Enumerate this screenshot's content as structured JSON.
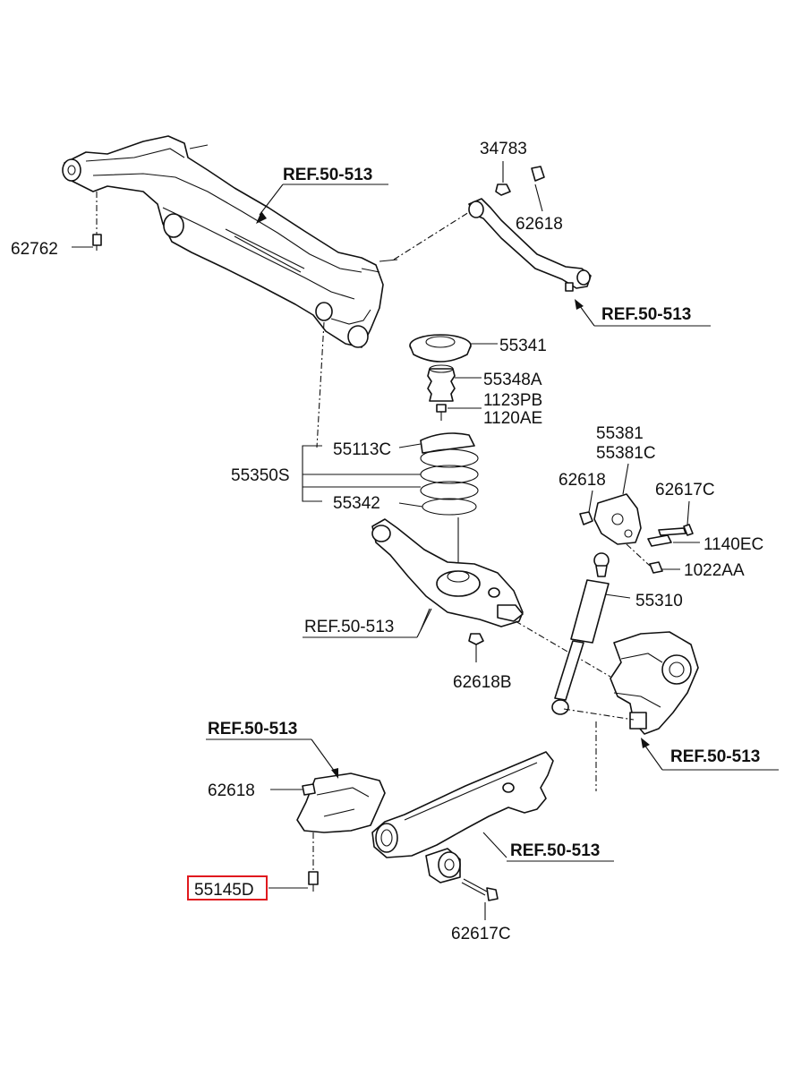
{
  "labels": {
    "p34783": "34783",
    "p62618_top": "62618",
    "p62762": "62762",
    "p55341": "55341",
    "p55348A": "55348A",
    "p1123PB": "1123PB",
    "p1120AE": "1120AE",
    "p55113C": "55113C",
    "p55350S": "55350S",
    "p55342": "55342",
    "p55381": "55381",
    "p55381C": "55381C",
    "p62618_mid": "62618",
    "p62617C_mid": "62617C",
    "p1140EC": "1140EC",
    "p1022AA": "1022AA",
    "p55310": "55310",
    "p62618B": "62618B",
    "p62618_low": "62618",
    "p55145D": "55145D",
    "p62617C_low": "62617C"
  },
  "refs": {
    "subframe": "REF.50-513",
    "upper_arm": "REF.50-513",
    "lower_arm": "REF.50-513",
    "bracket": "REF.50-513",
    "knuckle": "REF.50-513",
    "trailing_arm": "REF.50-513"
  },
  "highlight": {
    "part": "55145D",
    "color": "#e0191e"
  }
}
